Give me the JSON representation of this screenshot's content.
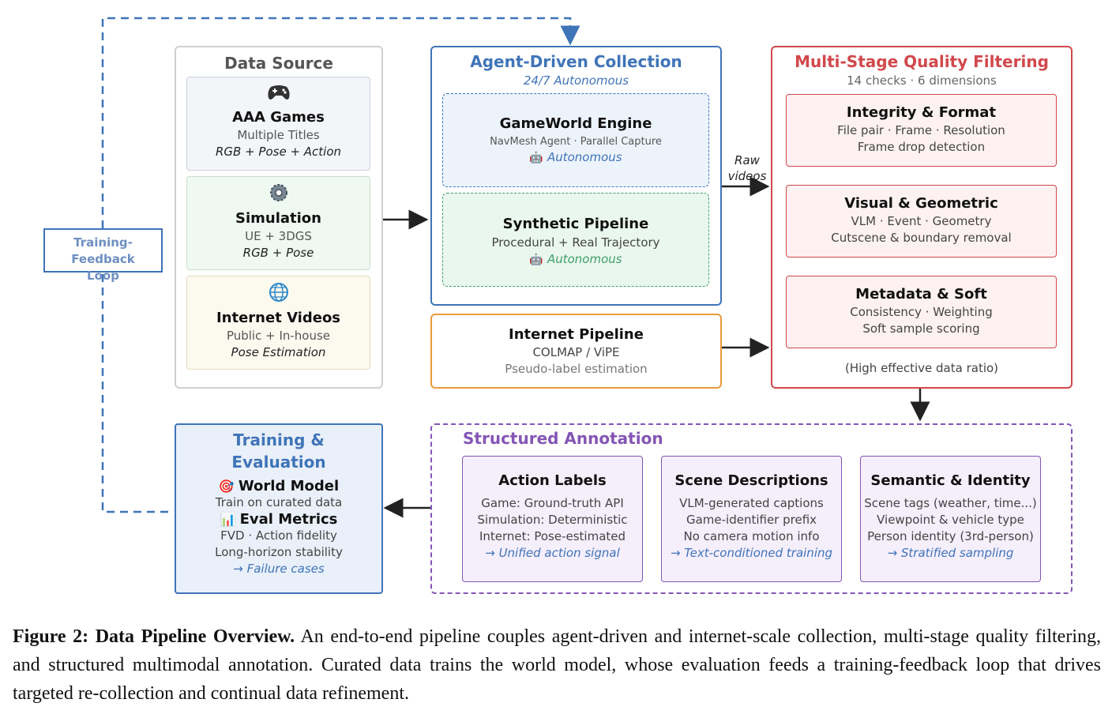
{
  "data_source": {
    "title": "Data Source",
    "games": {
      "icon": "gamepad-icon",
      "title": "AAA Games",
      "sub": "Multiple Titles",
      "ital": "RGB + Pose + Action"
    },
    "simulation": {
      "icon": "gear-icon",
      "title": "Simulation",
      "sub": "UE + 3DGS",
      "ital": "RGB + Pose"
    },
    "internet": {
      "icon": "globe-icon",
      "title": "Internet Videos",
      "sub": "Public + In-house",
      "ital": "Pose Estimation"
    }
  },
  "agent": {
    "title": "Agent-Driven Collection",
    "subtitle": "24/7 Autonomous",
    "gameworld": {
      "title": "GameWorld Engine",
      "sub": "NavMesh Agent · Parallel Capture",
      "tag": "Autonomous"
    },
    "synthetic": {
      "title": "Synthetic Pipeline",
      "sub": "Procedural + Real Trajectory",
      "tag": "Autonomous"
    }
  },
  "internet_pipeline": {
    "title": "Internet Pipeline",
    "line1": "COLMAP / ViPE",
    "line2": "Pseudo-label estimation"
  },
  "raw_videos": {
    "line1": "Raw",
    "line2": "videos"
  },
  "filtering": {
    "title": "Multi-Stage Quality Filtering",
    "subtitle": "14 checks · 6 dimensions",
    "stages": [
      {
        "title": "Integrity & Format",
        "line1": "File pair · Frame · Resolution",
        "line2": "Frame drop detection"
      },
      {
        "title": "Visual & Geometric",
        "line1": "VLM · Event · Geometry",
        "line2": "Cutscene & boundary removal"
      },
      {
        "title": "Metadata & Soft",
        "line1": "Consistency · Weighting",
        "line2": "Soft sample scoring"
      }
    ],
    "note": "(High effective data ratio)"
  },
  "feedback": {
    "line1": "Training-Feedback",
    "line2": "Loop"
  },
  "training": {
    "title1": "Training &",
    "title2": "Evaluation",
    "world_model": "World Model",
    "world_model_sub": "Train on curated data",
    "eval": "Eval Metrics",
    "eval_line1": "FVD · Action fidelity",
    "eval_line2": "Long-horizon stability",
    "eval_link": "→ Failure cases"
  },
  "annotation": {
    "title": "Structured Annotation",
    "cards": [
      {
        "title": "Action Labels",
        "lines": [
          "Game: Ground-truth API",
          "Simulation: Deterministic",
          "Internet: Pose-estimated"
        ],
        "link": "→ Unified action signal"
      },
      {
        "title": "Scene Descriptions",
        "lines": [
          "VLM-generated captions",
          "Game-identifier prefix",
          "No camera motion info"
        ],
        "link": "→ Text-conditioned training"
      },
      {
        "title": "Semantic & Identity",
        "lines": [
          "Scene tags (weather, time...)",
          "Viewpoint & vehicle type",
          "Person identity (3rd-person)"
        ],
        "link": "→ Stratified sampling"
      }
    ]
  },
  "caption": {
    "label": "Figure 2: Data Pipeline Overview.",
    "text": "An end-to-end pipeline couples agent-driven and internet-scale collection, multi-stage quality filtering, and structured multimodal annotation. Curated data trains the world model, whose evaluation feeds a training-feedback loop that drives targeted re-collection and continual data refinement."
  },
  "colors": {
    "blue": "#3f74b8",
    "green": "#3fa06a",
    "red": "#d1484c",
    "orange": "#eb9a3a",
    "purple": "#8455b5"
  }
}
